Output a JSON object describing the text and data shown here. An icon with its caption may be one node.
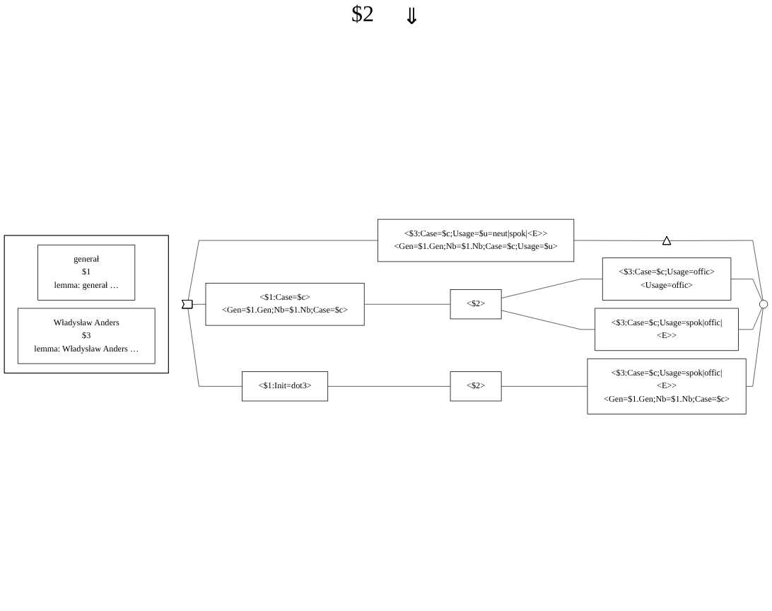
{
  "diagram": {
    "nodes": [
      {
        "text": [],
        "shape": "box"
      },
      {
        "text": [
          "generał",
          "$1",
          "lemma: generał …"
        ],
        "in": 0
      },
      {
        "text": [
          "Władysław Anders",
          "$3",
          "lemma: Władysław Anders …"
        ],
        "in": 0
      },
      {
        "text": [],
        "shape": "arrow"
      },
      {
        "text": [
          "<$3:Case=$c;Usage=$u=neut|spok|<E>>",
          "<Gen=$1.Gen;Nb=$1.Nb;Case=$c;Usage=$u>"
        ]
      },
      {
        "text": [],
        "shape": "triangle"
      },
      {
        "text": [
          "<$1:Case=$c>",
          "<Gen=$1.Gen;Nb=$1.Nb;Case=$c>"
        ]
      },
      {
        "text": [
          "<$2>"
        ]
      },
      {
        "text": [
          "<$3:Case=$c;Usage=offic>",
          "<Usage=offic>"
        ]
      },
      {
        "text": [
          "<$3:Case=$c;Usage=spok|offic|<E>>"
        ]
      },
      {
        "text": [
          "<$1:Init=dot3>"
        ]
      },
      {
        "text": [
          "<$2>"
        ]
      },
      {
        "text": [
          "<$3:Case=$c;Usage=spok|offic|<E>>",
          "<Gen=$1.Gen;Nb=$1.Nb;Case=$c>"
        ]
      },
      {
        "text": [],
        "shape": "circle"
      }
    ],
    "edges": [
      {
        "from": 3,
        "to": 4,
        "arrow": "none"
      },
      {
        "from": 3,
        "to": 6,
        "arrow": "none"
      },
      {
        "from": 3,
        "to": 10,
        "arrow": "none"
      },
      {
        "from": 4,
        "to": 5,
        "arrow": "none"
      },
      {
        "from": 5,
        "to": 13,
        "arrow": "none"
      },
      {
        "from": 6,
        "to": 7,
        "arrow": "none"
      },
      {
        "from": 7,
        "to": 8,
        "arrow": "none"
      },
      {
        "from": 7,
        "to": 9,
        "arrow": "none"
      },
      {
        "from": 8,
        "to": 13,
        "arrow": "none"
      },
      {
        "from": 9,
        "to": 13,
        "arrow": "none"
      },
      {
        "from": 10,
        "to": 11,
        "arrow": "none"
      },
      {
        "from": 11,
        "to": 12,
        "arrow": "none"
      },
      {
        "from": 12,
        "to": 13,
        "arrow": "none"
      }
    ],
    "labels": [
      "$2",
      "⇓"
    ]
  }
}
